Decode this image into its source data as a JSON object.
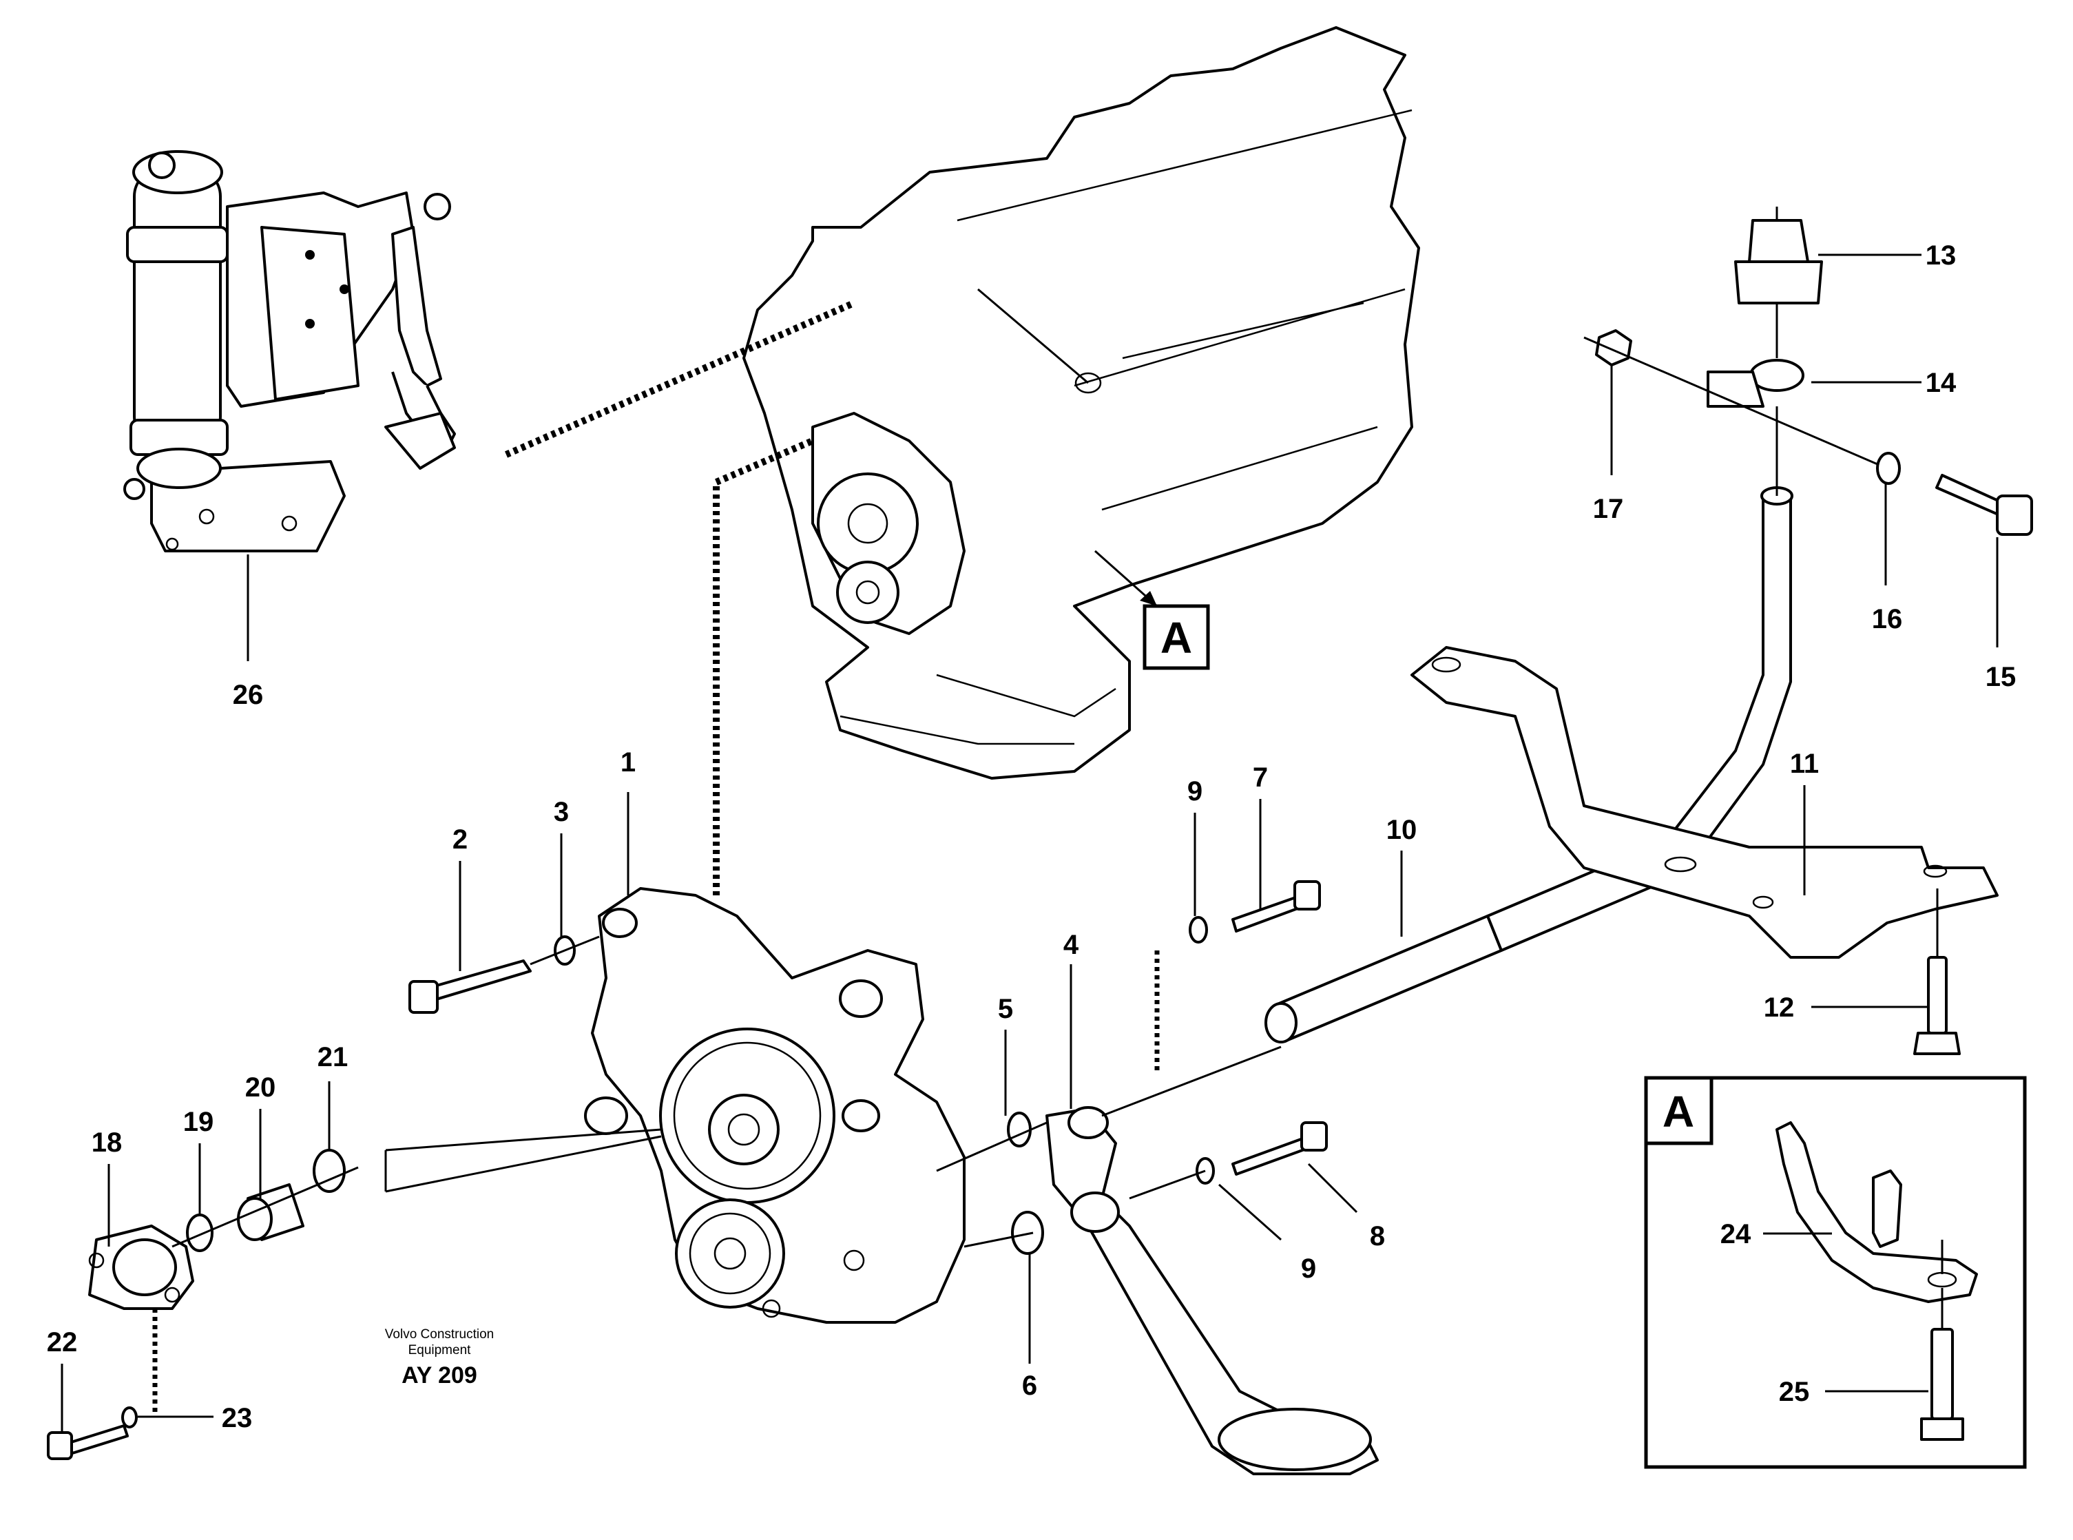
{
  "callouts": {
    "c1": "1",
    "c2": "2",
    "c3": "3",
    "c4": "4",
    "c5": "5",
    "c6": "6",
    "c7": "7",
    "c8": "8",
    "c9a": "9",
    "c9b": "9",
    "c10": "10",
    "c11": "11",
    "c12": "12",
    "c13": "13",
    "c14": "14",
    "c15": "15",
    "c16": "16",
    "c17": "17",
    "c18": "18",
    "c19": "19",
    "c20": "20",
    "c21": "21",
    "c22": "22",
    "c23": "23",
    "c24": "24",
    "c25": "25",
    "c26": "26"
  },
  "detail_marker": {
    "label": "A"
  },
  "detail_box": {
    "label": "A"
  },
  "credit": {
    "line1": "Volvo Construction",
    "line2": "Equipment",
    "code": "AY 209"
  }
}
